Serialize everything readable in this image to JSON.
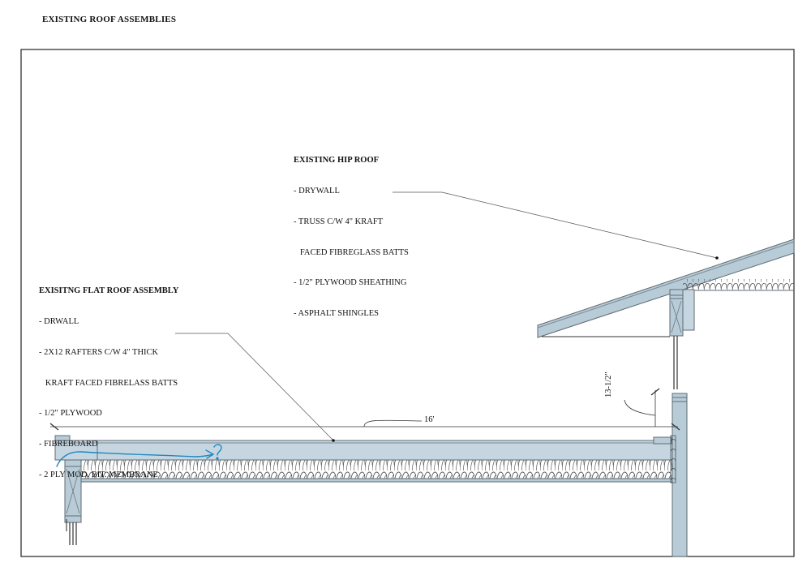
{
  "page": {
    "title": "EXISTING ROOF ASSEMBLIES"
  },
  "hip_roof": {
    "heading": "EXISTING HIP ROOF",
    "layers": [
      "- DRYWALL",
      "- TRUSS C/W 4\" KRAFT",
      "   FACED FIBREGLASS BATTS",
      "- 1/2\" PLYWOOD SHEATHING",
      "- ASPHALT SHINGLES"
    ]
  },
  "flat_roof": {
    "heading": "EXISITNG FLAT ROOF ASSEMBLY",
    "layers": [
      "- DRWALL",
      "- 2X12 RAFTERS C/W 4\" THICK",
      "   KRAFT FACED FIBRELASS BATTS",
      "- 1/2\" PLYWOOD",
      "- FIBREBOARD",
      "- 2 PLY MOD. BIT. MEMBRANE"
    ]
  },
  "dimensions": {
    "span": "16'",
    "height": "13-1/2\""
  },
  "colors": {
    "member_fill": "#b8ccd8",
    "member_stroke": "#5f6b73",
    "line": "#333333",
    "handwriting": "#1e86c2"
  },
  "icons": {
    "question_mark_sketch": "hand-drawn-arrow-question"
  }
}
